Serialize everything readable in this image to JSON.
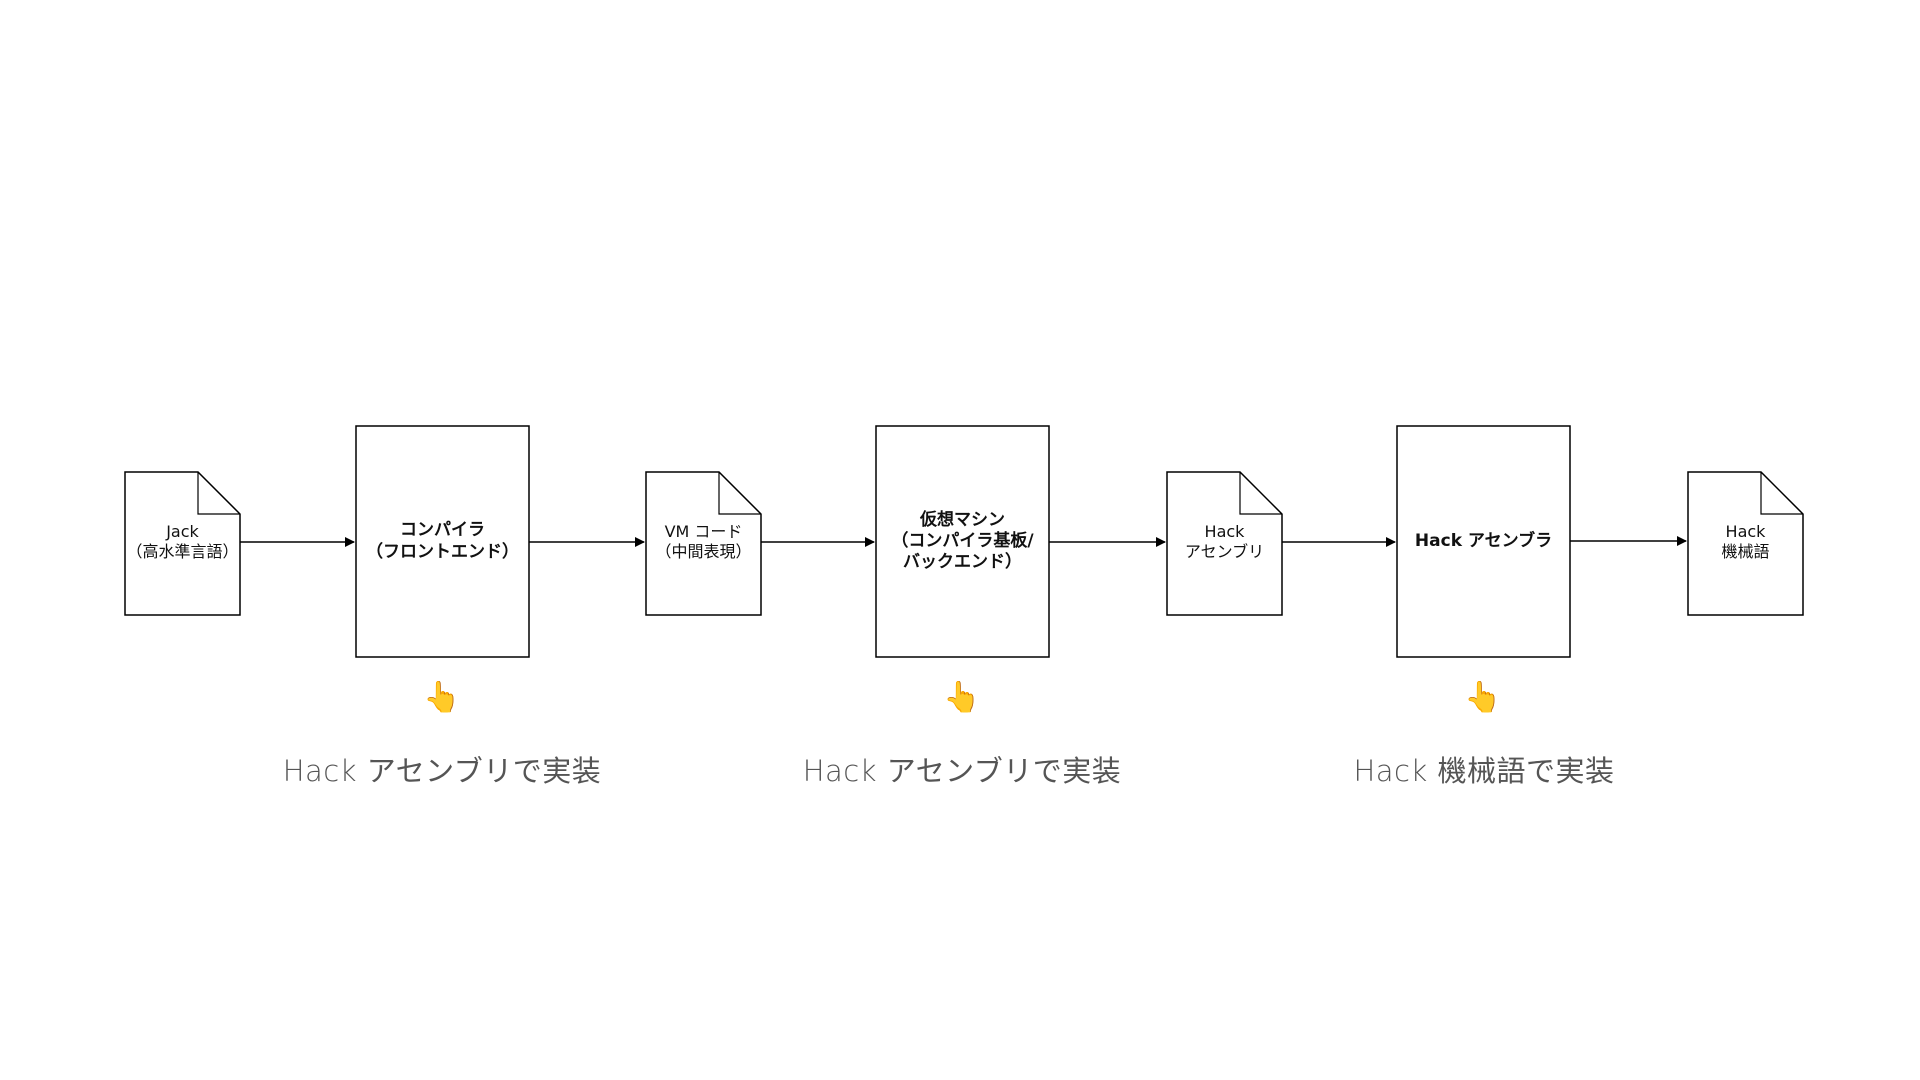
{
  "documents": [
    {
      "id": "jack",
      "line1": "Jack",
      "line2": "（高水準言語）"
    },
    {
      "id": "vm",
      "line1": "VM コード",
      "line2": "（中間表現）"
    },
    {
      "id": "asm",
      "line1": "Hack",
      "line2": "アセンブリ"
    },
    {
      "id": "machine",
      "line1": "Hack",
      "line2": "機械語"
    }
  ],
  "processors": [
    {
      "id": "compiler",
      "lines": [
        "コンパイラ",
        "（フロントエンド）"
      ]
    },
    {
      "id": "vm-translator",
      "lines": [
        "仮想マシン",
        "（コンパイラ基板/",
        "バックエンド）"
      ]
    },
    {
      "id": "assembler",
      "lines": [
        "Hack アセンブラ"
      ]
    }
  ],
  "implementations": [
    {
      "pointer": "👆",
      "text": "Hack アセンブリで実装"
    },
    {
      "pointer": "👆",
      "text": "Hack アセンブリで実装"
    },
    {
      "pointer": "👆",
      "text": "Hack 機械語で実装"
    }
  ],
  "colors": {
    "stroke": "#000000",
    "fill": "#ffffff",
    "impl_text": "#555555"
  }
}
